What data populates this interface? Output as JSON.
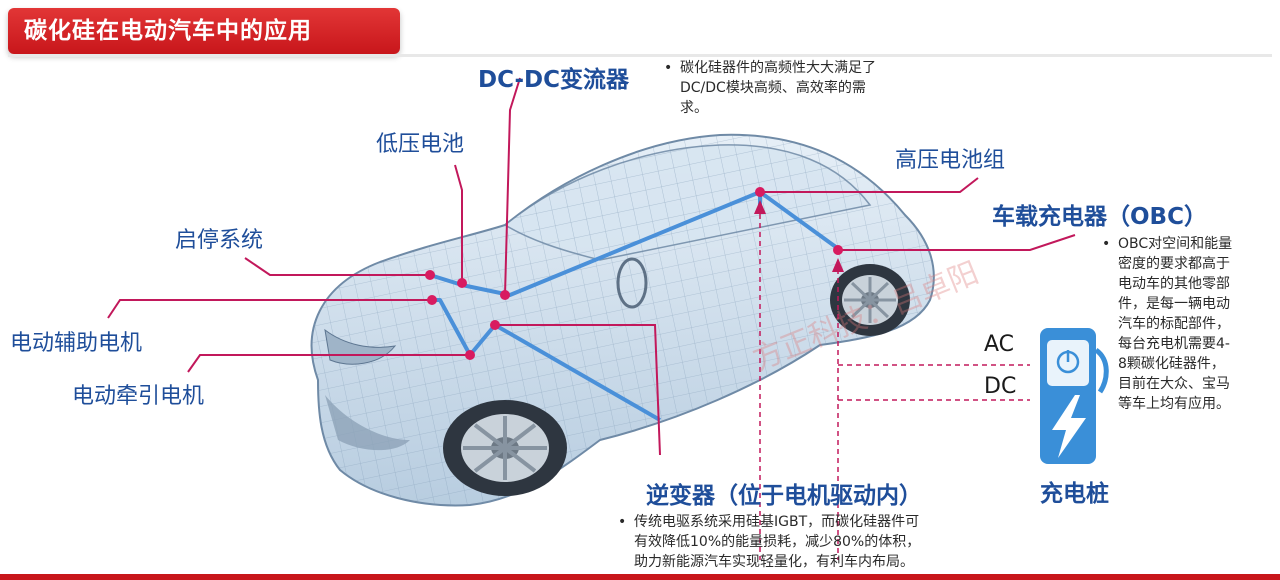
{
  "title": "碳化硅在电动汽车中的应用",
  "labels": {
    "dcdc": "DC-DC变流器",
    "low_battery": "低压电池",
    "start_stop": "启停系统",
    "aux_motor": "电动辅助电机",
    "traction_motor": "电动牵引电机",
    "hv_battery": "高压电池组",
    "obc": "车载充电器（OBC）",
    "inverter": "逆变器（位于电机驱动内）",
    "charger": "充电桩",
    "ac": "AC",
    "dc": "DC"
  },
  "notes": {
    "dcdc": [
      "碳化硅器件的高频性大大满足了",
      "DC/DC模块高频、高效率的需",
      "求。"
    ],
    "obc": [
      "OBC对空间和能量",
      "密度的要求都高于",
      "电动车的其他零部",
      "件，是每一辆电动",
      "汽车的标配部件，",
      "每台充电机需要4-",
      "8颗碳化硅器件，",
      "目前在大众、宝马",
      "等车上均有应用。"
    ],
    "inverter": [
      "传统电驱系统采用硅基IGBT，而碳化硅器件可",
      "有效降低10%的能量损耗，减少80%的体积，",
      "助力新能源汽车实现轻量化，有利车内布局。"
    ]
  },
  "watermark": "方正科技：吕卓阳",
  "icons": [
    "charging-station-icon",
    "lightning-icon",
    "power-icon"
  ],
  "colors": {
    "title_red": "#c8161b",
    "label_blue": "#1f4e9a",
    "leader_magenta": "#c2185b",
    "wire_blue": "#4a90d9",
    "car_body": "#cfe0ee",
    "charger_blue": "#3a8fd8"
  }
}
